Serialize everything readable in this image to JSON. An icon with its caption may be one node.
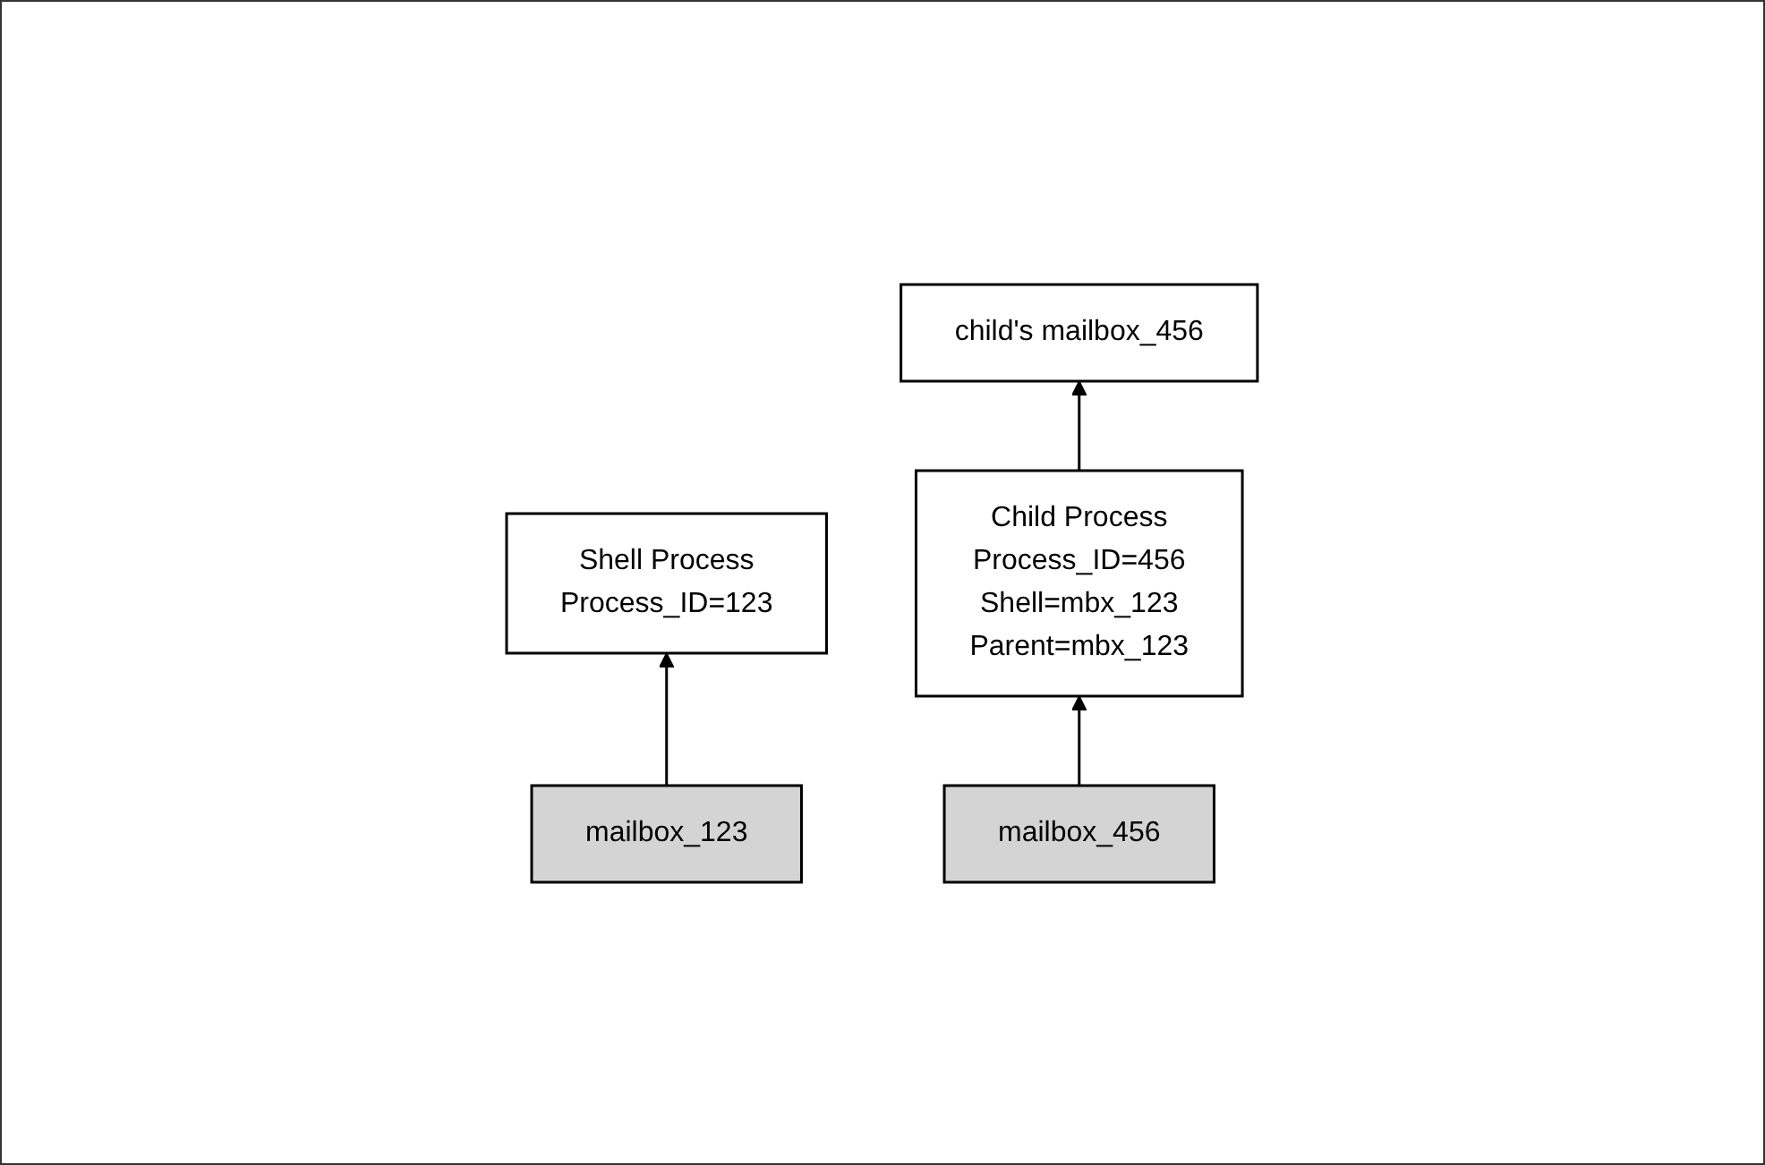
{
  "diagram": {
    "nodes": [
      {
        "text": [
          "Shell Process",
          "Process_ID=123"
        ]
      },
      {
        "text": [
          "Child Process",
          "Process_ID=456",
          "Shell=mbx_123",
          "Parent=mbx_123"
        ]
      },
      {
        "text": [
          "mailbox_123"
        ]
      },
      {
        "text": [
          "child's mailbox_456"
        ]
      },
      {
        "text": [
          "mailbox_456"
        ]
      }
    ],
    "edges": [
      {
        "from": 2,
        "to": 0,
        "arrow": "to"
      },
      {
        "from": 1,
        "to": 3,
        "arrow": "to"
      },
      {
        "from": 4,
        "to": 1,
        "arrow": "to"
      }
    ]
  }
}
